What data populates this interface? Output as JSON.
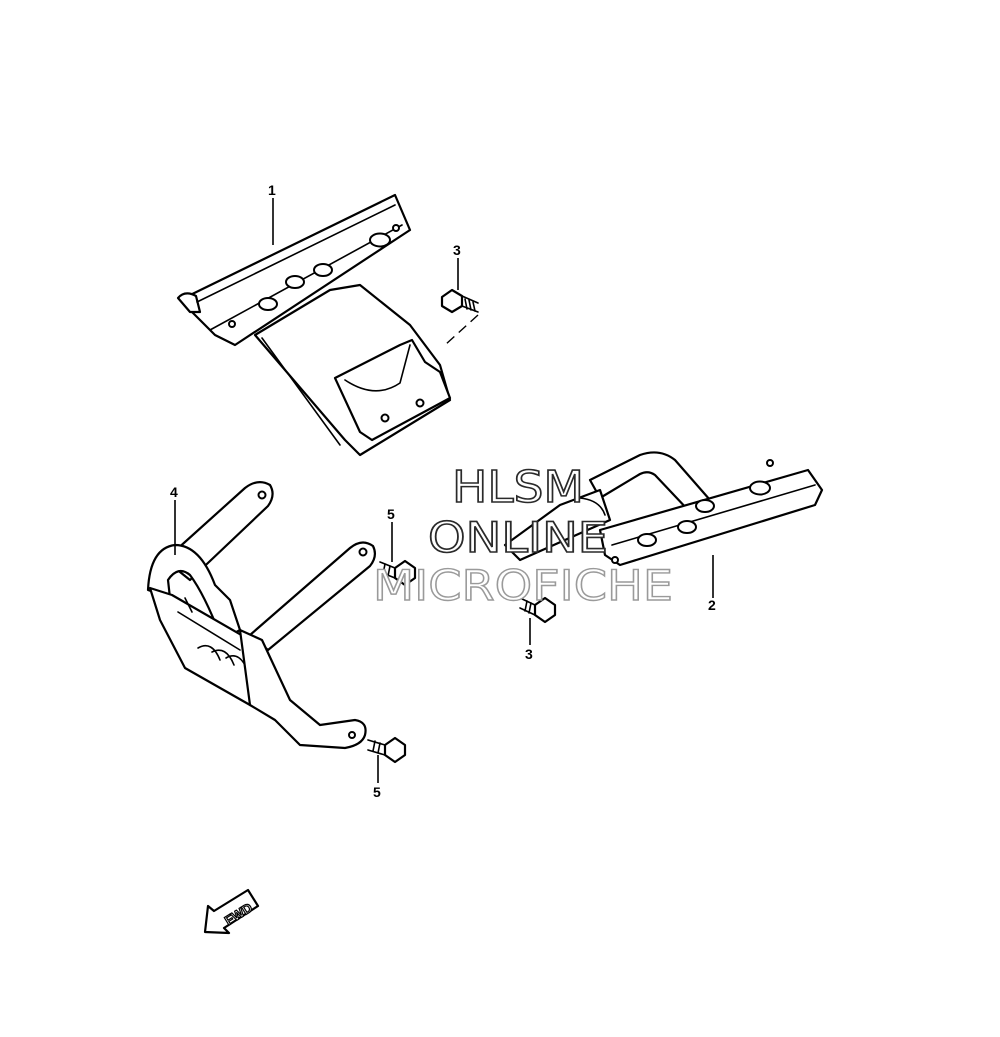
{
  "callouts": {
    "c1": "1",
    "c2": "2",
    "c3_top": "3",
    "c3_bottom": "3",
    "c4": "4",
    "c5_top": "5",
    "c5_bottom": "5"
  },
  "watermark": {
    "line1": "HLSM",
    "line2": "ONLINE",
    "line3": "MICROFICHE"
  },
  "fwd_arrow": {
    "label": "FWD"
  },
  "colors": {
    "line": "#000000",
    "background": "#ffffff"
  }
}
